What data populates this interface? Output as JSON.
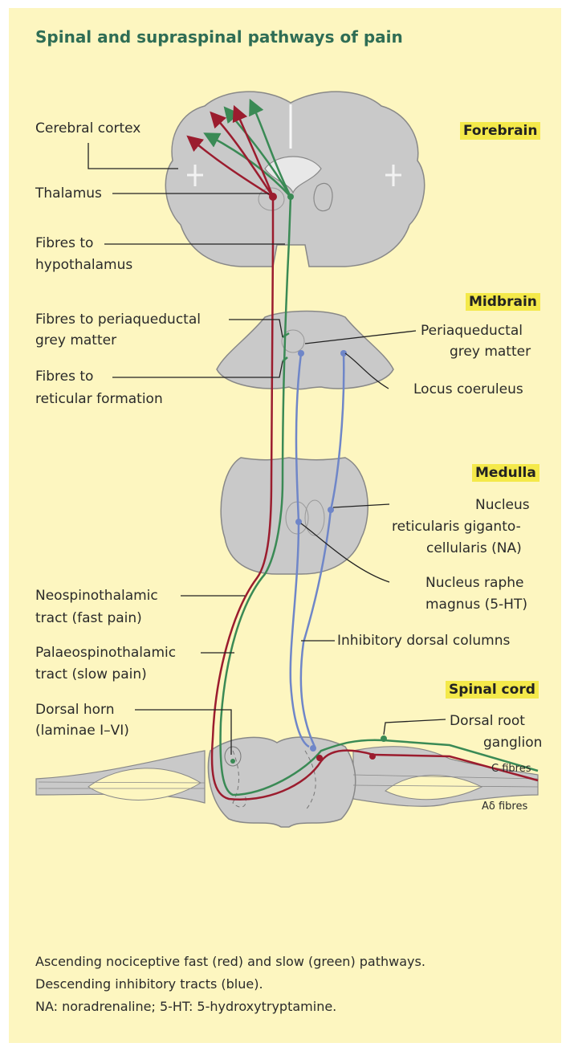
{
  "title": "Spinal and supraspinal pathways of pain",
  "regions": {
    "forebrain": "Forebrain",
    "midbrain": "Midbrain",
    "medulla": "Medulla",
    "spinal_cord": "Spinal cord"
  },
  "labels_left": {
    "cerebral_cortex": "Cerebral cortex",
    "thalamus": "Thalamus",
    "fibres_hypo_1": "Fibres to",
    "fibres_hypo_2": "hypothalamus",
    "fibres_pag_1": "Fibres to periaqueductal",
    "fibres_pag_2": "grey matter",
    "fibres_ret_1": "Fibres to",
    "fibres_ret_2": "reticular formation",
    "neo_1": "Neospinothalamic",
    "neo_2": "tract (fast pain)",
    "palaeo_1": "Palaeospinothalamic",
    "palaeo_2": "tract (slow pain)",
    "dorsal_horn_1": "Dorsal horn",
    "dorsal_horn_2": "(laminae I–VI)"
  },
  "labels_right": {
    "pag_1": "Periaqueductal",
    "pag_2": "grey matter",
    "locus": "Locus coeruleus",
    "nrg_1": "Nucleus",
    "nrg_2": "reticularis giganto-",
    "nrg_3": "cellularis (NA)",
    "nrm_1": "Nucleus raphe",
    "nrm_2": "magnus (5-HT)",
    "inhibitory": "Inhibitory dorsal columns",
    "drg_1": "Dorsal root",
    "drg_2": "ganglion",
    "c_fibres": "C fibres",
    "ad_fibres": "Aδ fibres"
  },
  "caption": {
    "line1": "Ascending nociceptive fast (red) and slow (green) pathways.",
    "line2": "Descending inhibitory tracts (blue).",
    "line3": "NA: noradrenaline; 5-HT: 5-hydroxytryptamine."
  },
  "colors": {
    "background": "#fdf6c0",
    "title": "#2f6d55",
    "region_highlight": "#f4e94a",
    "tissue": "#c9c9c9",
    "fast_pathway": "#9b1c2e",
    "slow_pathway": "#3a8a55",
    "inhibitory_pathway": "#6f86c8"
  }
}
